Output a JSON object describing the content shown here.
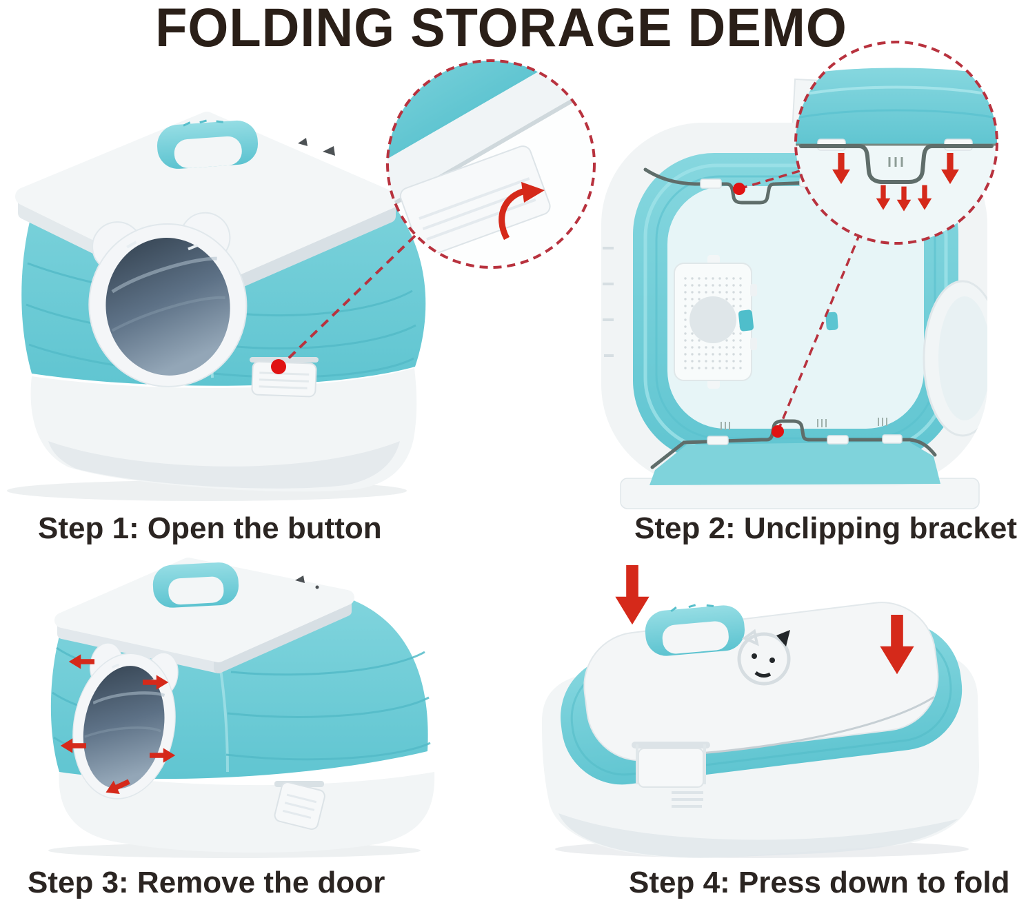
{
  "title": "FOLDING STORAGE DEMO",
  "steps": [
    {
      "caption": "Step 1: Open the button",
      "alt": "Closed teal litter box with carry handle; dashed magnifier circle zooms on the white latch button, red dot marks the latch"
    },
    {
      "caption": "Step 2: Unclipping bracket",
      "alt": "View into the open litter box; dashed magnifier circle shows the wire bracket being unclipped with five red down arrows"
    },
    {
      "caption": "Step 3: Remove the door",
      "alt": "Litter box with five small red arrows around the cat-shaped front door window"
    },
    {
      "caption": "Step 4: Press down to fold",
      "alt": "Litter box folded flat into its base; two large red arrows pressing the lid down"
    }
  ],
  "icons": {
    "red_arrow": "thick red directional arrow",
    "red_dot": "red locator dot",
    "magnifier_inset": "red dashed zoom circle",
    "curved_arrow": "red curved open-flap arrow",
    "cat_face_print": "sketched cat face on lid",
    "cat_door": "cat-head shaped door with tinted window"
  },
  "colors": {
    "teal": "#6fcbd5",
    "teal_deep": "#54bbc8",
    "teal_light": "#9ce2e8",
    "shell_white": "#f2f5f6",
    "shell_shade": "#dfe6ea",
    "base_shade": "#cdd6da",
    "interior_pale": "#e7f5f7",
    "window_dark": "#3a4857",
    "window_light": "#93a6b7",
    "arrow_red": "#d5291a",
    "dot_red": "#e01313",
    "dashed_red": "#b8323e",
    "wire_gray": "#5f6d6a",
    "title_ink": "#2a1f18",
    "caption_ink": "#2b2522",
    "background": "#ffffff"
  }
}
